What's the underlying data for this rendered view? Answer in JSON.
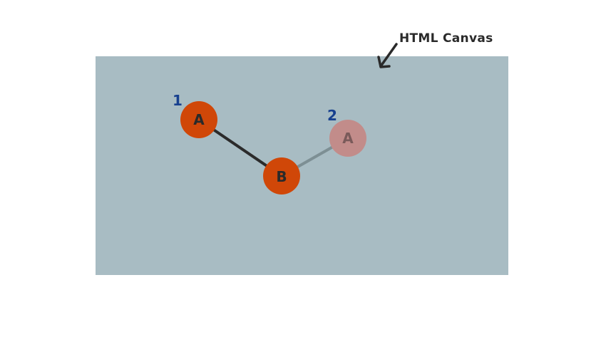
{
  "annotation": {
    "label": "HTML Canvas",
    "color": "#2a2a2a"
  },
  "canvas": {
    "background": "#a8bcc3"
  },
  "nodes": [
    {
      "id": "node-a-1",
      "label": "A",
      "number": "1",
      "fill": "#d04708",
      "text_color": "#2a2a2a",
      "opacity": 1
    },
    {
      "id": "node-b",
      "label": "B",
      "number": "",
      "fill": "#d04708",
      "text_color": "#2a2a2a",
      "opacity": 1
    },
    {
      "id": "node-a-2",
      "label": "A",
      "number": "2",
      "fill": "#c28c8a",
      "text_color": "#7a5a5a",
      "opacity": 1
    }
  ],
  "edges": [
    {
      "from": "node-a-1",
      "to": "node-b",
      "color": "#2b2b2b"
    },
    {
      "from": "node-b",
      "to": "node-a-2",
      "color": "#7d8f94"
    }
  ],
  "number_color": "#17408f"
}
